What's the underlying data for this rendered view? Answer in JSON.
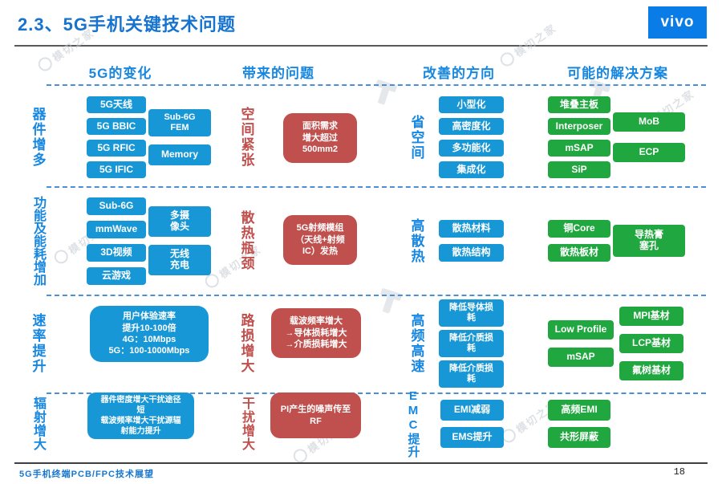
{
  "slide": {
    "title": "2.3、5G手机关键技术问题",
    "logo_text": "vivo",
    "footer_left": "5G手机终端PCB/FPC技术展望",
    "page_number": "18",
    "watermark_text": "模切之家"
  },
  "colors": {
    "header_blue": "#1787E0",
    "blue_box": "#1897D6",
    "green_box": "#21A73F",
    "red_box": "#C0504D",
    "logo_blue": "#0A7CE8"
  },
  "headers": {
    "col1": "5G的变化",
    "col2": "带来的问题",
    "col3": "改善的方向",
    "col4": "可能的解决方案"
  },
  "rows": [
    {
      "category": "器件增多",
      "changes_a": [
        "5G天线",
        "5G BBIC",
        "5G RFIC",
        "5G IFIC"
      ],
      "changes_b": [
        "Sub-6G\nFEM",
        "Memory"
      ],
      "problem_label": "空间紧张",
      "problem_text": "面积需求\n增大超过\n500mm2",
      "direction_label": "省空间",
      "directions": [
        "小型化",
        "高密度化",
        "多功能化",
        "集成化"
      ],
      "solutions_a": [
        "堆叠主板",
        "Interposer",
        "mSAP",
        "SiP"
      ],
      "solutions_b": [
        "MoB",
        "ECP"
      ]
    },
    {
      "category": "功能及能耗增加",
      "changes_a": [
        "Sub-6G",
        "mmWave",
        "3D视频",
        "云游戏"
      ],
      "changes_b": [
        "多摄\n像头",
        "无线\n充电"
      ],
      "problem_label": "散热瓶颈",
      "problem_text": "5G射频模组\n（天线+射频\nIC）发热",
      "direction_label": "高散热",
      "directions": [
        "散热材料",
        "散热结构"
      ],
      "solutions_a": [
        "铜Core",
        "散热板材"
      ],
      "solutions_b": [
        "导热膏\n塞孔"
      ]
    },
    {
      "category": "速率提升",
      "change_big": "用户体验速率\n提升10-100倍\n4G：10Mbps\n5G：100-1000Mbps",
      "problem_label": "路损增大",
      "problem_text": "载波频率增大\n→导体损耗增大\n→介质损耗增大",
      "direction_label": "高频高速",
      "directions": [
        "降低导体损\n耗",
        "降低介质损\n耗",
        "降低介质损\n耗"
      ],
      "solutions_a": [
        "Low Profile",
        "mSAP"
      ],
      "solutions_b": [
        "MPI基材",
        "LCP基材",
        "氟树基材"
      ]
    },
    {
      "category": "辐射增大",
      "change_big": "器件密度增大干扰途径\n短\n载波频率增大干扰源辐\n射能力提升",
      "problem_label": "干扰增大",
      "problem_text": "PI产生的噪声传至\nRF",
      "direction_label": "EMC提升",
      "directions": [
        "EMI减弱",
        "EMS提升"
      ],
      "solutions_a": [
        "高频EMI",
        "共形屏蔽"
      ]
    }
  ]
}
